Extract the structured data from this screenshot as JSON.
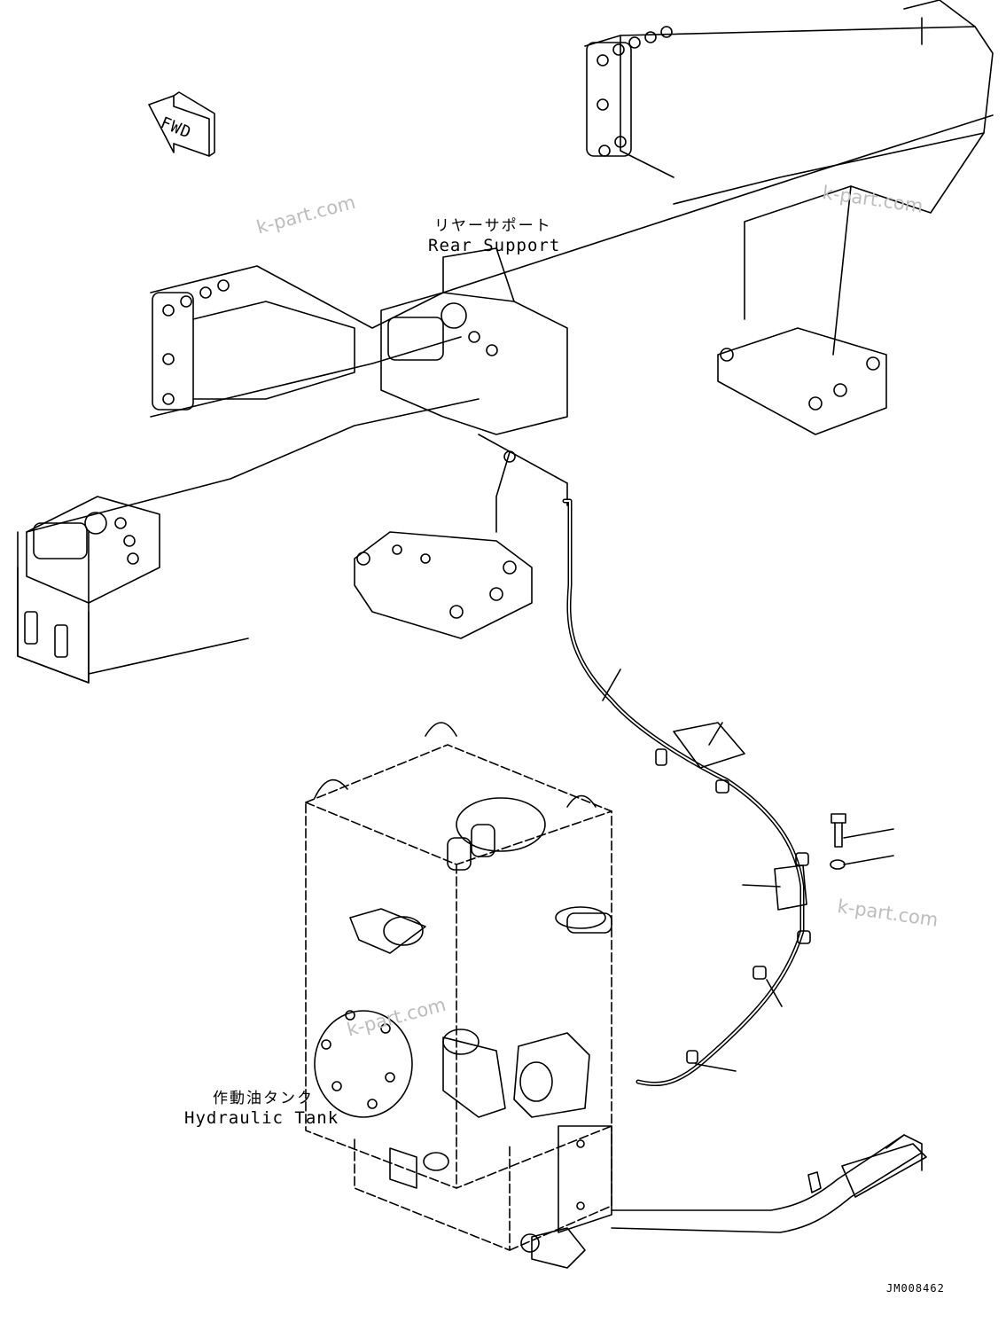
{
  "labels": {
    "rear_support_jp": "リヤーサポート",
    "rear_support_en": "Rear Support",
    "hydraulic_tank_jp": "作動油タンク",
    "hydraulic_tank_en": "Hydraulic Tank",
    "fwd": "FWD",
    "drawing_code": "JM008462"
  },
  "watermarks": [
    "k-part.com",
    "k-part.com",
    "k-part.com",
    "k-part.com"
  ],
  "colors": {
    "line": "#000000",
    "watermark": "#bdbdbd",
    "background": "#ffffff"
  }
}
